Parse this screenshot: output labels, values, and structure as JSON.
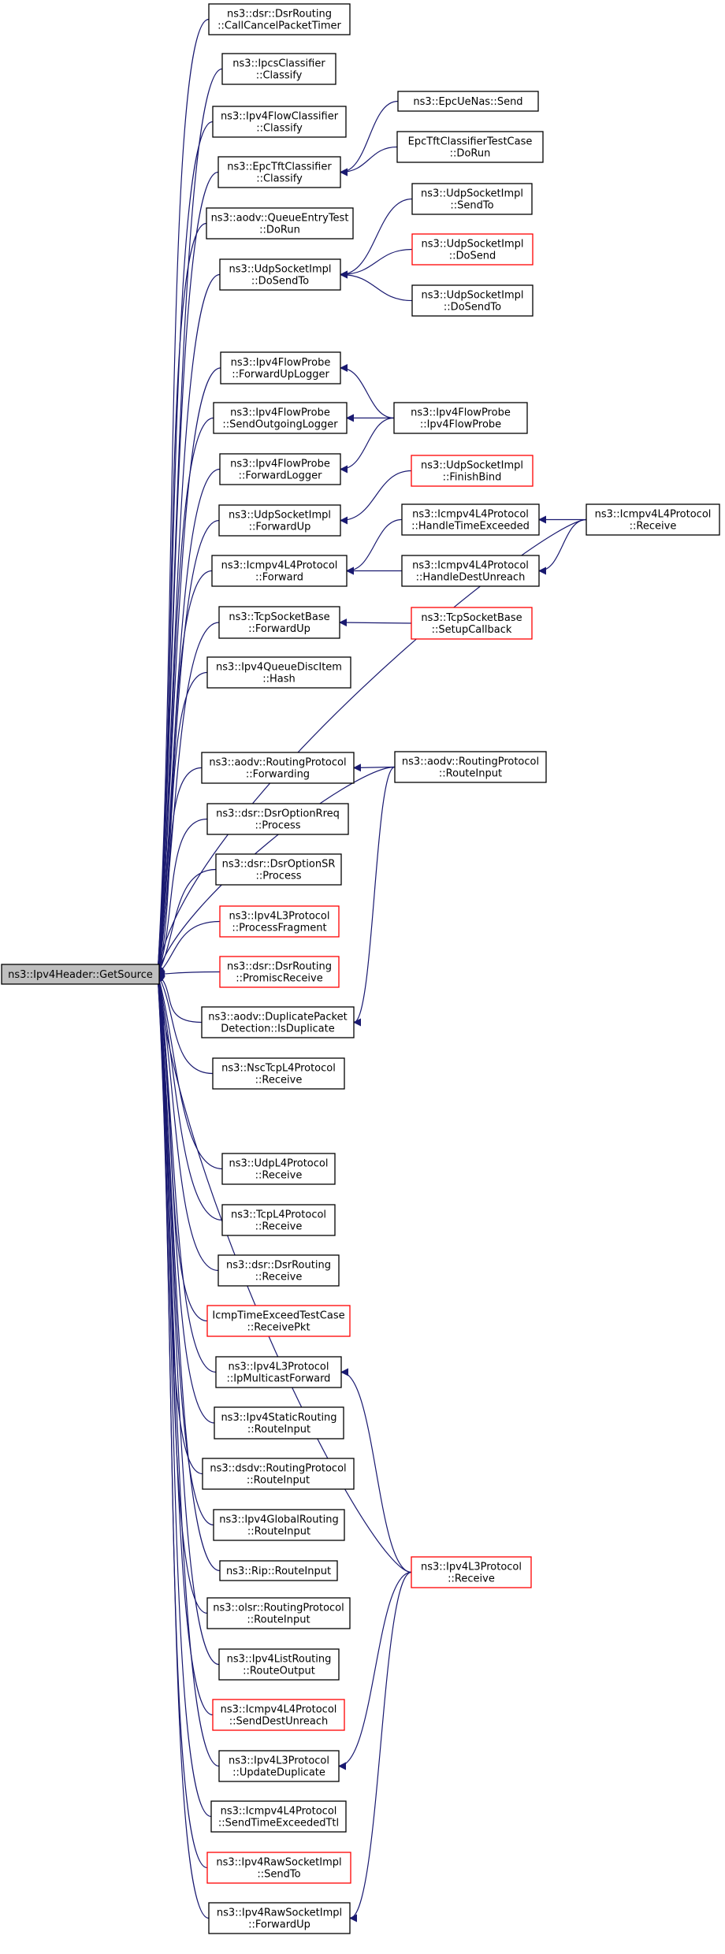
{
  "colors": {
    "edge": "#191970",
    "border_normal": "#000000",
    "border_truncated": "#ff0000",
    "target_fill": "#bfbfbf"
  },
  "diagram": {
    "target": {
      "id": "target",
      "lines": [
        "ns3::Ipv4Header::GetSource"
      ]
    },
    "nodes": [
      {
        "id": "n1",
        "lines": [
          "ns3::dsr::DsrRouting",
          "::CallCancelPacketTimer"
        ],
        "truncated": false
      },
      {
        "id": "n2",
        "lines": [
          "ns3::IpcsClassifier",
          "::Classify"
        ],
        "truncated": false
      },
      {
        "id": "n3",
        "lines": [
          "ns3::Ipv4FlowClassifier",
          "::Classify"
        ],
        "truncated": false
      },
      {
        "id": "n4",
        "lines": [
          "ns3::EpcTftClassifier",
          "::Classify"
        ],
        "truncated": false
      },
      {
        "id": "n5",
        "lines": [
          "ns3::EpcUeNas::Send"
        ],
        "truncated": false
      },
      {
        "id": "n6",
        "lines": [
          "EpcTftClassifierTestCase",
          "::DoRun"
        ],
        "truncated": false
      },
      {
        "id": "n7",
        "lines": [
          "ns3::aodv::QueueEntryTest",
          "::DoRun"
        ],
        "truncated": false
      },
      {
        "id": "n8",
        "lines": [
          "ns3::UdpSocketImpl",
          "::DoSendTo"
        ],
        "truncated": false
      },
      {
        "id": "n9",
        "lines": [
          "ns3::UdpSocketImpl",
          "::SendTo"
        ],
        "truncated": false
      },
      {
        "id": "n10",
        "lines": [
          "ns3::UdpSocketImpl",
          "::DoSend"
        ],
        "truncated": true
      },
      {
        "id": "n11",
        "lines": [
          "ns3::UdpSocketImpl",
          "::DoSendTo"
        ],
        "truncated": false
      },
      {
        "id": "n12",
        "lines": [
          "ns3::Ipv4FlowProbe",
          "::ForwardUpLogger"
        ],
        "truncated": false
      },
      {
        "id": "n13",
        "lines": [
          "ns3::Ipv4FlowProbe",
          "::SendOutgoingLogger"
        ],
        "truncated": false
      },
      {
        "id": "n14",
        "lines": [
          "ns3::Ipv4FlowProbe",
          "::Ipv4FlowProbe"
        ],
        "truncated": false
      },
      {
        "id": "n15",
        "lines": [
          "ns3::Ipv4FlowProbe",
          "::ForwardLogger"
        ],
        "truncated": false
      },
      {
        "id": "n16",
        "lines": [
          "ns3::UdpSocketImpl",
          "::FinishBind"
        ],
        "truncated": true
      },
      {
        "id": "n17",
        "lines": [
          "ns3::UdpSocketImpl",
          "::ForwardUp"
        ],
        "truncated": false
      },
      {
        "id": "n18",
        "lines": [
          "ns3::Icmpv4L4Protocol",
          "::HandleTimeExceeded"
        ],
        "truncated": false
      },
      {
        "id": "n19",
        "lines": [
          "ns3::Icmpv4L4Protocol",
          "::Receive"
        ],
        "truncated": false
      },
      {
        "id": "n20",
        "lines": [
          "ns3::Icmpv4L4Protocol",
          "::Forward"
        ],
        "truncated": false
      },
      {
        "id": "n21",
        "lines": [
          "ns3::Icmpv4L4Protocol",
          "::HandleDestUnreach"
        ],
        "truncated": false
      },
      {
        "id": "n22",
        "lines": [
          "ns3::TcpSocketBase",
          "::ForwardUp"
        ],
        "truncated": false
      },
      {
        "id": "n23",
        "lines": [
          "ns3::TcpSocketBase",
          "::SetupCallback"
        ],
        "truncated": true
      },
      {
        "id": "n24",
        "lines": [
          "ns3::Ipv4QueueDiscItem",
          "::Hash"
        ],
        "truncated": false
      },
      {
        "id": "n25",
        "lines": [
          "ns3::aodv::RoutingProtocol",
          "::Forwarding"
        ],
        "truncated": false
      },
      {
        "id": "n26",
        "lines": [
          "ns3::aodv::RoutingProtocol",
          "::RouteInput"
        ],
        "truncated": false
      },
      {
        "id": "n27",
        "lines": [
          "ns3::dsr::DsrOptionRreq",
          "::Process"
        ],
        "truncated": false
      },
      {
        "id": "n28",
        "lines": [
          "ns3::dsr::DsrOptionSR",
          "::Process"
        ],
        "truncated": false
      },
      {
        "id": "n29",
        "lines": [
          "ns3::Ipv4L3Protocol",
          "::ProcessFragment"
        ],
        "truncated": true
      },
      {
        "id": "n30",
        "lines": [
          "ns3::dsr::DsrRouting",
          "::PromiscReceive"
        ],
        "truncated": true
      },
      {
        "id": "n31",
        "lines": [
          "ns3::aodv::DuplicatePacket",
          "Detection::IsDuplicate"
        ],
        "truncated": false
      },
      {
        "id": "n32",
        "lines": [
          "ns3::NscTcpL4Protocol",
          "::Receive"
        ],
        "truncated": false
      },
      {
        "id": "n33",
        "lines": [
          "ns3::UdpL4Protocol",
          "::Receive"
        ],
        "truncated": false
      },
      {
        "id": "n34",
        "lines": [
          "ns3::TcpL4Protocol",
          "::Receive"
        ],
        "truncated": false
      },
      {
        "id": "n35",
        "lines": [
          "ns3::dsr::DsrRouting",
          "::Receive"
        ],
        "truncated": false
      },
      {
        "id": "n36",
        "lines": [
          "IcmpTimeExceedTestCase",
          "::ReceivePkt"
        ],
        "truncated": true
      },
      {
        "id": "n37",
        "lines": [
          "ns3::Ipv4L3Protocol",
          "::IpMulticastForward"
        ],
        "truncated": false
      },
      {
        "id": "n38",
        "lines": [
          "ns3::Ipv4StaticRouting",
          "::RouteInput"
        ],
        "truncated": false
      },
      {
        "id": "n39",
        "lines": [
          "ns3::dsdv::RoutingProtocol",
          "::RouteInput"
        ],
        "truncated": false
      },
      {
        "id": "n40",
        "lines": [
          "ns3::Ipv4GlobalRouting",
          "::RouteInput"
        ],
        "truncated": false
      },
      {
        "id": "n41",
        "lines": [
          "ns3::Rip::RouteInput"
        ],
        "truncated": false
      },
      {
        "id": "n42",
        "lines": [
          "ns3::Ipv4L3Protocol",
          "::Receive"
        ],
        "truncated": true
      },
      {
        "id": "n43",
        "lines": [
          "ns3::olsr::RoutingProtocol",
          "::RouteInput"
        ],
        "truncated": false
      },
      {
        "id": "n44",
        "lines": [
          "ns3::Ipv4ListRouting",
          "::RouteOutput"
        ],
        "truncated": false
      },
      {
        "id": "n45",
        "lines": [
          "ns3::Icmpv4L4Protocol",
          "::SendDestUnreach"
        ],
        "truncated": true
      },
      {
        "id": "n46",
        "lines": [
          "ns3::Ipv4L3Protocol",
          "::UpdateDuplicate"
        ],
        "truncated": false
      },
      {
        "id": "n47",
        "lines": [
          "ns3::Icmpv4L4Protocol",
          "::SendTimeExceededTtl"
        ],
        "truncated": false
      },
      {
        "id": "n48",
        "lines": [
          "ns3::Ipv4RawSocketImpl",
          "::SendTo"
        ],
        "truncated": true
      },
      {
        "id": "n49",
        "lines": [
          "ns3::Ipv4RawSocketImpl",
          "::ForwardUp"
        ],
        "truncated": false
      }
    ],
    "edges": [
      [
        "n1",
        "target"
      ],
      [
        "n2",
        "target"
      ],
      [
        "n3",
        "target"
      ],
      [
        "n4",
        "target"
      ],
      [
        "n7",
        "target"
      ],
      [
        "n8",
        "target"
      ],
      [
        "n19",
        "target"
      ],
      [
        "n12",
        "target"
      ],
      [
        "n13",
        "target"
      ],
      [
        "n15",
        "target"
      ],
      [
        "n17",
        "target"
      ],
      [
        "n20",
        "target"
      ],
      [
        "n22",
        "target"
      ],
      [
        "n24",
        "target"
      ],
      [
        "n26",
        "target"
      ],
      [
        "n25",
        "target"
      ],
      [
        "n27",
        "target"
      ],
      [
        "n28",
        "target"
      ],
      [
        "n29",
        "target"
      ],
      [
        "n30",
        "target"
      ],
      [
        "n31",
        "target"
      ],
      [
        "n32",
        "target"
      ],
      [
        "n42",
        "target"
      ],
      [
        "n33",
        "target"
      ],
      [
        "n34",
        "target"
      ],
      [
        "n35",
        "target"
      ],
      [
        "n36",
        "target"
      ],
      [
        "n37",
        "target"
      ],
      [
        "n38",
        "target"
      ],
      [
        "n39",
        "target"
      ],
      [
        "n40",
        "target"
      ],
      [
        "n41",
        "target"
      ],
      [
        "n43",
        "target"
      ],
      [
        "n44",
        "target"
      ],
      [
        "n45",
        "target"
      ],
      [
        "n46",
        "target"
      ],
      [
        "n47",
        "target"
      ],
      [
        "n48",
        "target"
      ],
      [
        "n49",
        "target"
      ],
      [
        "n5",
        "n4"
      ],
      [
        "n6",
        "n4"
      ],
      [
        "n9",
        "n8"
      ],
      [
        "n10",
        "n8"
      ],
      [
        "n11",
        "n8"
      ],
      [
        "n14",
        "n12"
      ],
      [
        "n14",
        "n13"
      ],
      [
        "n14",
        "n15"
      ],
      [
        "n16",
        "n17"
      ],
      [
        "n18",
        "n20"
      ],
      [
        "n21",
        "n20"
      ],
      [
        "n19",
        "n18"
      ],
      [
        "n19",
        "n21"
      ],
      [
        "n23",
        "n22"
      ],
      [
        "n26",
        "n25"
      ],
      [
        "n26",
        "n31"
      ],
      [
        "n42",
        "n37"
      ],
      [
        "n42",
        "n46"
      ],
      [
        "n42",
        "n49"
      ]
    ]
  }
}
